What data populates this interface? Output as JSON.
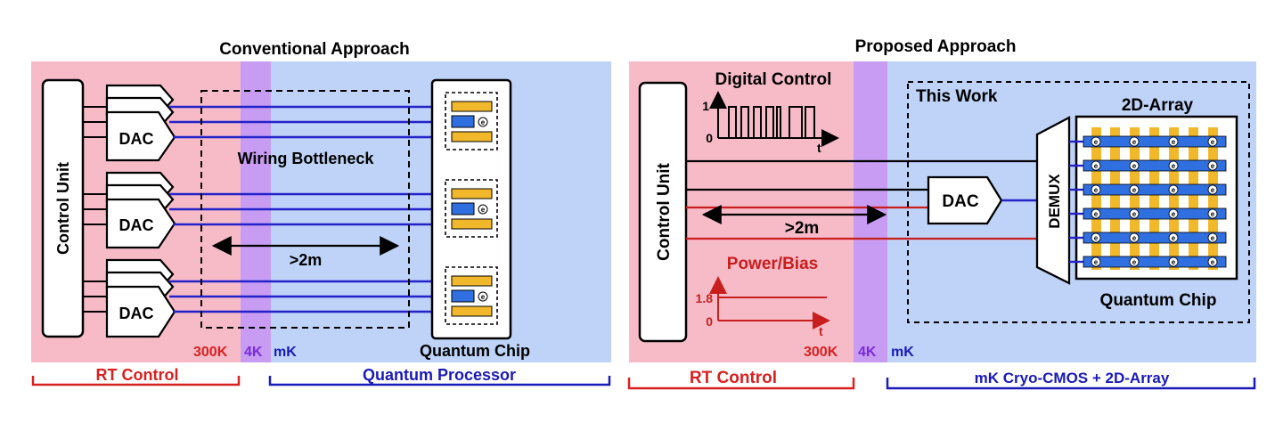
{
  "colors": {
    "rt_bg": "#F7BBC8",
    "k4_bg": "#C79CF2",
    "mk_bg": "#BED3F7",
    "red": "#D92020",
    "blue": "#1A1AB8",
    "purple": "#7A2BD9",
    "qubit_gold": "#F2B82C",
    "qubit_blue": "#2F6FE0",
    "line_blue": "#2222C8",
    "line_red": "#C81E1E"
  },
  "left": {
    "title": "Conventional Approach",
    "control_unit": "Control Unit",
    "dac_label": "DAC",
    "wiring_bottleneck": "Wiring Bottleneck",
    "distance": ">2m",
    "quantum_chip": "Quantum Chip",
    "electron": "e",
    "temp_300k": "300K",
    "temp_4k": "4K",
    "temp_mk": "mK",
    "bracket_rt": "RT Control",
    "bracket_qp": "Quantum Processor"
  },
  "right": {
    "title": "Proposed Approach",
    "control_unit": "Control Unit",
    "digital_control": "Digital Control",
    "tick_1": "1",
    "tick_0": "0",
    "axis_t": "t",
    "power_bias": "Power/Bias",
    "tick_18": "1.8",
    "tick_0b": "0",
    "axis_t2": "t",
    "distance": ">2m",
    "dac_label": "DAC",
    "demux": "DEMUX",
    "this_work": "This Work",
    "array_title": "2D-Array",
    "quantum_chip": "Quantum Chip",
    "electron": "e",
    "temp_300k": "300K",
    "temp_4k": "4K",
    "temp_mk": "mK",
    "bracket_rt": "RT Control",
    "bracket_cryo": "mK Cryo-CMOS + 2D-Array"
  }
}
